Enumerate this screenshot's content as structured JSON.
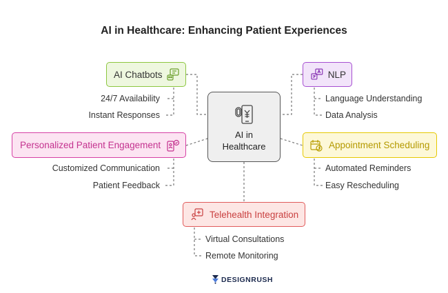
{
  "title": "AI in Healthcare: Enhancing Patient Experiences",
  "center": {
    "line1": "AI in",
    "line2": "Healthcare",
    "icon": "ai-device-icon"
  },
  "branches": {
    "chatbots": {
      "label": "AI Chatbots",
      "icon": "chatbot-icon",
      "color": "#8cc63f",
      "fill": "#eef7df",
      "items": [
        "24/7 Availability",
        "Instant Responses"
      ]
    },
    "nlp": {
      "label": "NLP",
      "icon": "language-icon",
      "color": "#a64ed1",
      "fill": "#f2e4fa",
      "items": [
        "Language Understanding",
        "Data Analysis"
      ]
    },
    "engagement": {
      "label": "Personalized Patient Engagement",
      "icon": "patient-engagement-icon",
      "color": "#d63fa4",
      "fill": "#fce4f2",
      "items": [
        "Customized Communication",
        "Patient Feedback"
      ]
    },
    "scheduling": {
      "label": "Appointment Scheduling",
      "icon": "calendar-icon",
      "color": "#e6c800",
      "fill": "#fdf8d8",
      "items": [
        "Automated Reminders",
        "Easy Rescheduling"
      ]
    },
    "telehealth": {
      "label": "Telehealth Integration",
      "icon": "telehealth-icon",
      "color": "#e05a5a",
      "fill": "#fde6e4",
      "items": [
        "Virtual Consultations",
        "Remote Monitoring"
      ]
    }
  },
  "brand": {
    "name": "DESIGNRUSH",
    "icon": "designrush-logo-icon"
  }
}
